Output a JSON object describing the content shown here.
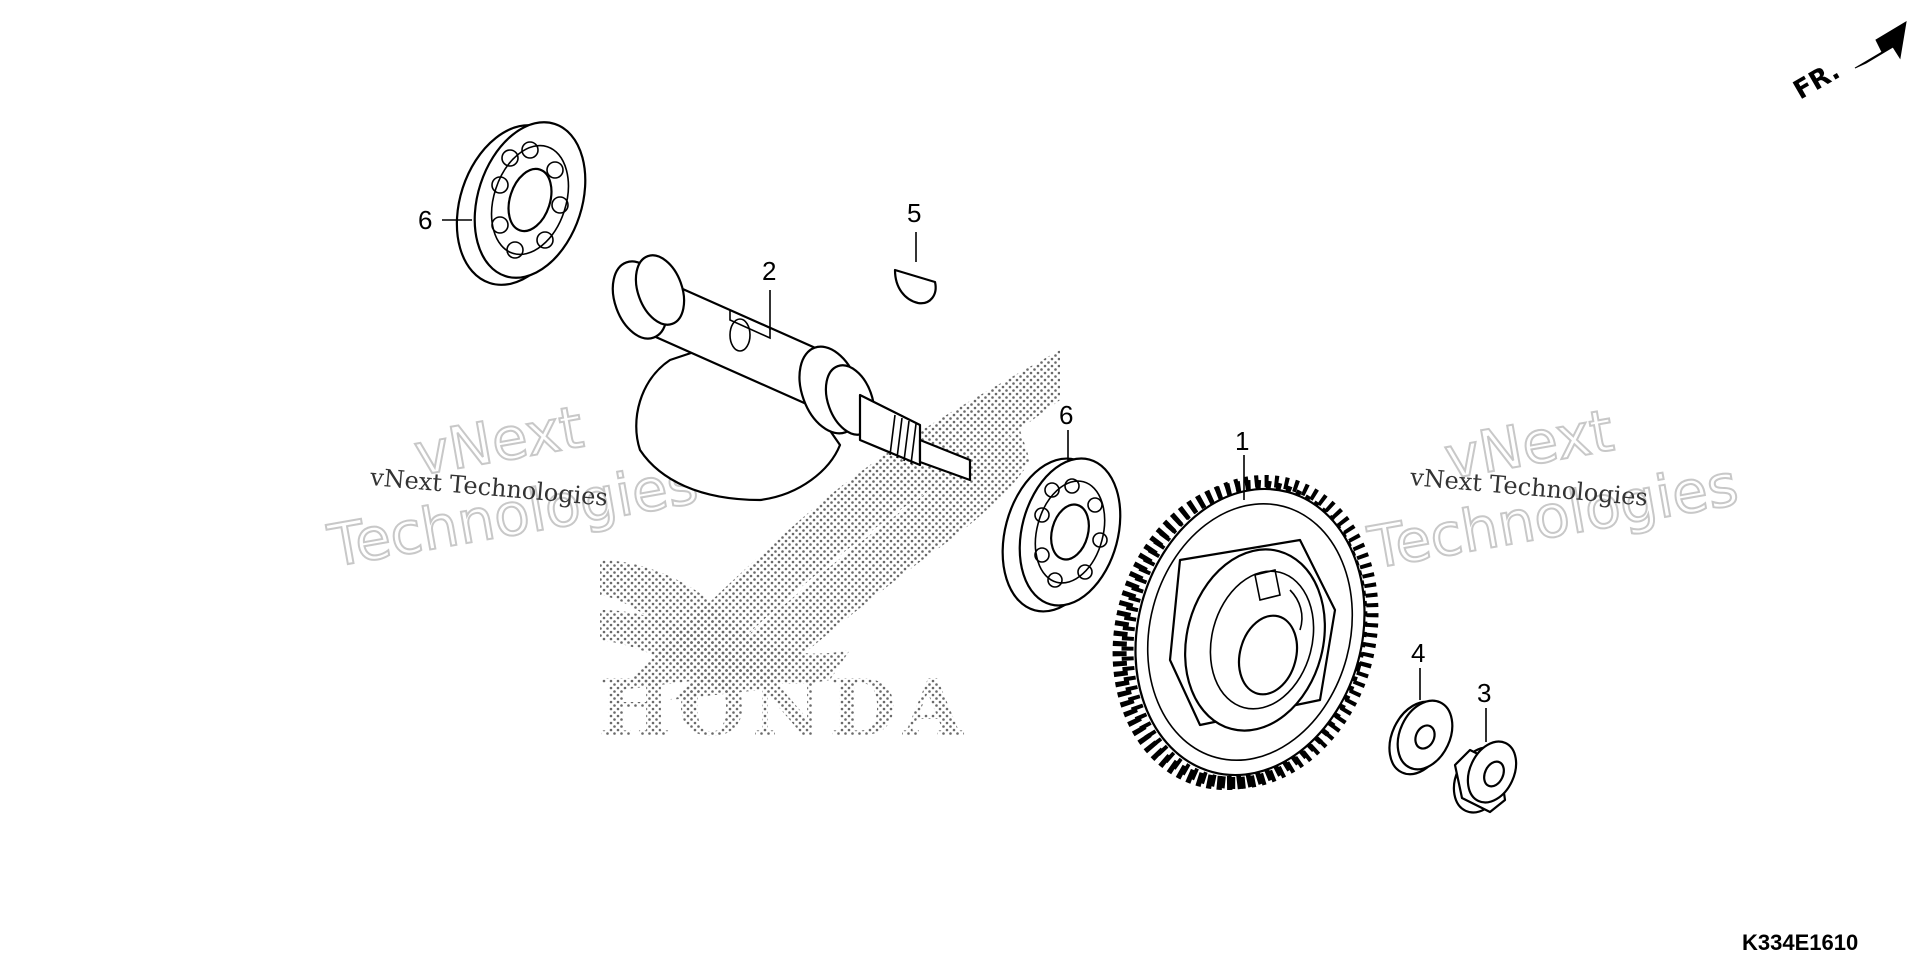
{
  "diagram": {
    "orientation_label": "FR.",
    "drawing_code": "K334E1610",
    "logo_text": "HONDA",
    "watermark_small": "vNext Technologies",
    "watermark_big_1": "vNext",
    "watermark_big_2": "Technologies",
    "callouts": {
      "gear": "1",
      "balancer_shaft": "2",
      "nut": "3",
      "washer": "4",
      "woodruff_key": "5",
      "bearing_left": "6",
      "bearing_center": "6"
    }
  }
}
